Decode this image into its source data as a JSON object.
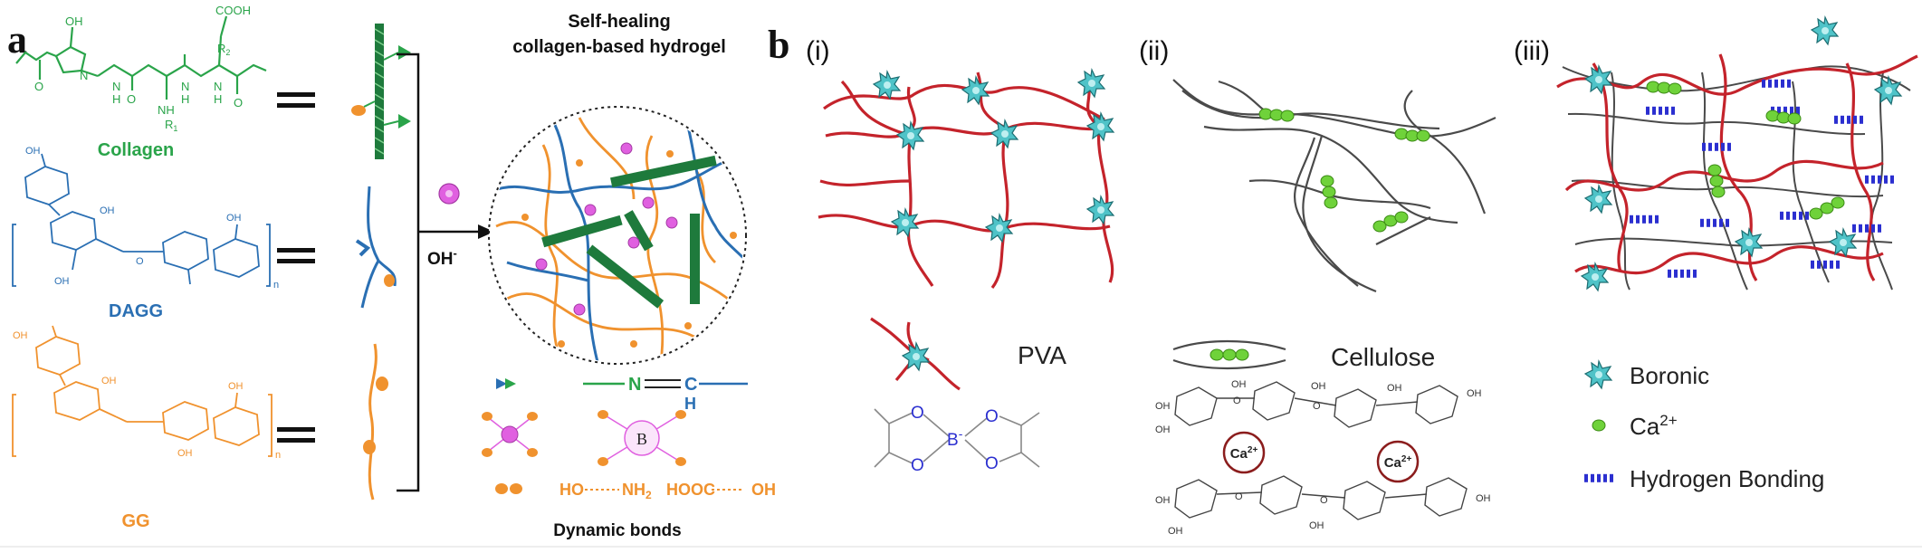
{
  "panel_a": {
    "label": "a",
    "title_line1": "Self-healing",
    "title_line2": "collagen-based hydrogel",
    "collagen": "Collagen",
    "collagen_cooh": "COOH",
    "collagen_oh": "OH",
    "collagen_n": "N",
    "collagen_h": "H",
    "collagen_r1": "R",
    "collagen_r1_sub": "1",
    "collagen_r2": "R",
    "collagen_r2_sub": "2",
    "collagen_nh": "NH",
    "collagen_o": "O",
    "dagg": "DAGG",
    "gg": "GG",
    "subscript_n": "n",
    "hydroxide": "OH",
    "hydroxide_charge": "-",
    "imine_n": "N",
    "imine_c": "C",
    "imine_h": "H",
    "boron": "B",
    "hbond_left_a": "HO",
    "hbond_left_b": "NH",
    "hbond_left_b_sub": "2",
    "hbond_right_a": "HOOC",
    "hbond_right_b": "OH",
    "dynamic_bonds": "Dynamic bonds"
  },
  "panel_b": {
    "label": "b",
    "sub_i": "(i)",
    "sub_ii": "(ii)",
    "sub_iii": "(iii)",
    "pva": "PVA",
    "cellulose": "Cellulose",
    "borate_b": "B",
    "borate_charge": "-",
    "borate_o": "O",
    "ca_ion": "Ca",
    "ca_ion_charge": "2+",
    "legend": {
      "boronic": "Boronic",
      "ca": "Ca",
      "ca_sup": "2+",
      "hbond": "Hydrogen Bonding"
    }
  },
  "colors": {
    "collagen": "#2aa44a",
    "dagg": "#2a6fb3",
    "gg": "#f0922e",
    "pva_red": "#c4232b",
    "star": "#4fc3c8",
    "ca_green": "#6fd23a",
    "hbond_blue": "#2b2fd0",
    "borate_blue": "#2b2fd0",
    "pink": "#e060e0"
  },
  "icons": [
    "boronic-star-icon",
    "ca-sphere-icon",
    "hydrogen-bond-dashes-icon",
    "arrow-right-icon",
    "hydroxide-bead-icon"
  ]
}
